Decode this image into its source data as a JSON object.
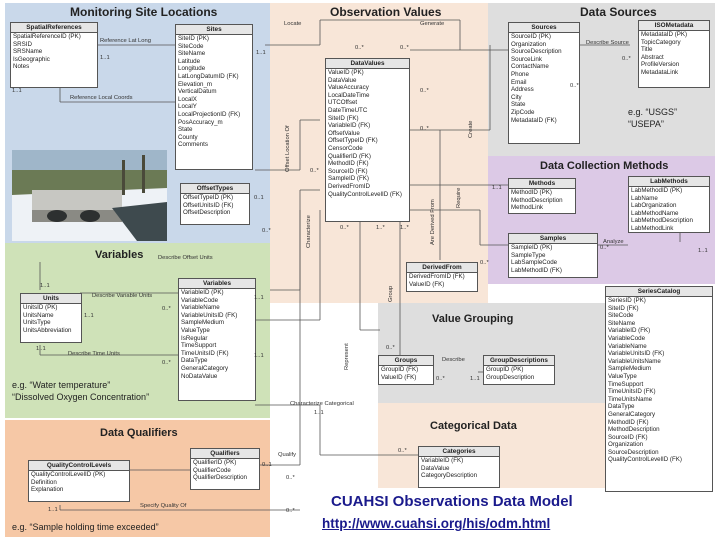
{
  "panels": {
    "monitoring_site_locations": "Monitoring Site Locations",
    "observation_values": "Observation Values",
    "data_sources": "Data Sources",
    "data_collection_methods": "Data Collection Methods",
    "variables": "Variables",
    "value_grouping": "Value Grouping",
    "categorical_data": "Categorical Data",
    "data_qualifiers": "Data Qualifiers"
  },
  "tables": {
    "spatial_references": {
      "title": "SpatialReferences",
      "fields": [
        "SpatialReferenceID (PK)",
        "SRSID",
        "SRSName",
        "IsGeographic",
        "Notes"
      ]
    },
    "sites": {
      "title": "Sites",
      "fields": [
        "SiteID (PK)",
        "SiteCode",
        "SiteName",
        "Latitude",
        "Longitude",
        "LatLongDatumID (FK)",
        "Elevation_m",
        "VerticalDatum",
        "LocalX",
        "LocalY",
        "LocalProjectionID (FK)",
        "PosAccuracy_m",
        "State",
        "County",
        "Comments"
      ]
    },
    "data_values": {
      "title": "DataValues",
      "fields": [
        "ValueID (PK)",
        "DataValue",
        "ValueAccuracy",
        "LocalDateTime",
        "UTCOffset",
        "DateTimeUTC",
        "SiteID (FK)",
        "VariableID (FK)",
        "OffsetValue",
        "OffsetTypeID (FK)",
        "CensorCode",
        "QualifierID (FK)",
        "MethodID (FK)",
        "SourceID (FK)",
        "SampleID (FK)",
        "DerivedFromID",
        "QualityControlLevelID (FK)"
      ]
    },
    "sources": {
      "title": "Sources",
      "fields": [
        "SourceID (PK)",
        "Organization",
        "SourceDescription",
        "SourceLink",
        "ContactName",
        "Phone",
        "Email",
        "Address",
        "City",
        "State",
        "ZipCode",
        "MetadataID (FK)"
      ]
    },
    "iso_metadata": {
      "title": "ISOMetadata",
      "fields": [
        "MetadataID (PK)",
        "TopicCategory",
        "Title",
        "Abstract",
        "ProfileVersion",
        "MetadataLink"
      ]
    },
    "offset_types": {
      "title": "OffsetTypes",
      "fields": [
        "OffsetTypeID (PK)",
        "OffsetUnitsID (FK)",
        "OffsetDescription"
      ]
    },
    "methods": {
      "title": "Methods",
      "fields": [
        "MethodID (PK)",
        "MethodDescription",
        "MethodLink"
      ]
    },
    "lab_methods": {
      "title": "LabMethods",
      "fields": [
        "LabMethodID (PK)",
        "LabName",
        "LabOrganization",
        "LabMethodName",
        "LabMethodDescription",
        "LabMethodLink"
      ]
    },
    "samples": {
      "title": "Samples",
      "fields": [
        "SampleID (PK)",
        "SampleType",
        "LabSampleCode",
        "LabMethodID (FK)"
      ]
    },
    "units": {
      "title": "Units",
      "fields": [
        "UnitsID (PK)",
        "UnitsName",
        "UnitsType",
        "UnitsAbbreviation"
      ]
    },
    "variables": {
      "title": "Variables",
      "fields": [
        "VariableID (PK)",
        "VariableCode",
        "VariableName",
        "VariableUnitsID (FK)",
        "SampleMedium",
        "ValueType",
        "IsRegular",
        "TimeSupport",
        "TimeUnitsID (FK)",
        "DataType",
        "GeneralCategory",
        "NoDataValue"
      ]
    },
    "derived_from": {
      "title": "DerivedFrom",
      "fields": [
        "DerivedFromID (FK)",
        "ValueID (FK)"
      ]
    },
    "groups": {
      "title": "Groups",
      "fields": [
        "GroupID (FK)",
        "ValueID (FK)"
      ]
    },
    "group_descriptions": {
      "title": "GroupDescriptions",
      "fields": [
        "GroupID (PK)",
        "GroupDescription"
      ]
    },
    "series_catalog": {
      "title": "SeriesCatalog",
      "fields": [
        "SeriesID (PK)",
        "SiteID (FK)",
        "SiteCode",
        "SiteName",
        "VariableID (FK)",
        "VariableCode",
        "VariableName",
        "VariableUnitsID (FK)",
        "VariableUnitsName",
        "SampleMedium",
        "ValueType",
        "TimeSupport",
        "TimeUnitsID (FK)",
        "TimeUnitsName",
        "DataType",
        "GeneralCategory",
        "MethodID (FK)",
        "MethodDescription",
        "SourceID (FK)",
        "Organization",
        "SourceDescription",
        "QualityControlLevelID (FK)"
      ]
    },
    "quality_control_levels": {
      "title": "QualityControlLevels",
      "fields": [
        "QualityControlLevelID (PK)",
        "Definition",
        "Explanation"
      ]
    },
    "qualifiers": {
      "title": "Qualifiers",
      "fields": [
        "QualifierID (PK)",
        "QualifierCode",
        "QualifierDescription"
      ]
    },
    "categories": {
      "title": "Categories",
      "fields": [
        "VariableID (FK)",
        "DataValue",
        "CategoryDescription"
      ]
    }
  },
  "relationships": {
    "reference_lat_long": "Reference Lat Long",
    "reference_local_coords": "Reference Local Coords",
    "locate": "Locate",
    "generate": "Generate",
    "describe_source": "Describe Source",
    "offset_location_of": "Offset Location Of",
    "characterize": "Characterize",
    "are_derived_from": "Are Derived From",
    "create": "Create",
    "require": "Require",
    "analyze": "Analyze",
    "describe_offset_units": "Describe Offset Units",
    "describe_variable_units": "Describe Variable Units",
    "describe_time_units": "Describe Time Units",
    "group": "Group",
    "describe": "Describe",
    "represent": "Represent",
    "characterize_categorical": "Characterize Categorical",
    "qualify": "Qualify",
    "specify_quality_of": "Specify Quality Of"
  },
  "cardinalities": {
    "one_one": "1..1",
    "zero_many": "0..*",
    "one_many": "1..*",
    "zero_one": "0..1"
  },
  "examples": {
    "sources_1": "e.g. “USGS”",
    "sources_2": "“USEPA”",
    "variables_1": "e.g. “Water temperature”",
    "variables_2": "“Dissolved Oxygen Concentration”",
    "qualifiers": "e.g. “Sample holding time exceeded”"
  },
  "footer": {
    "title": "CUAHSI Observations Data Model",
    "url": "http://www.cuahsi.org/his/odm.html"
  },
  "colors": {
    "sites_panel": "#c9d8ea",
    "observation_panel": "#f8e6d8",
    "sources_panel": "#dedede",
    "methods_panel": "#dcc9e6",
    "variables_panel": "#cfe2b8",
    "qualifiers_panel": "#f6c8a6",
    "footer_text": "#1a1a8c",
    "highlight_red": "#c0392b",
    "highlight_green": "#4a8a2a"
  }
}
